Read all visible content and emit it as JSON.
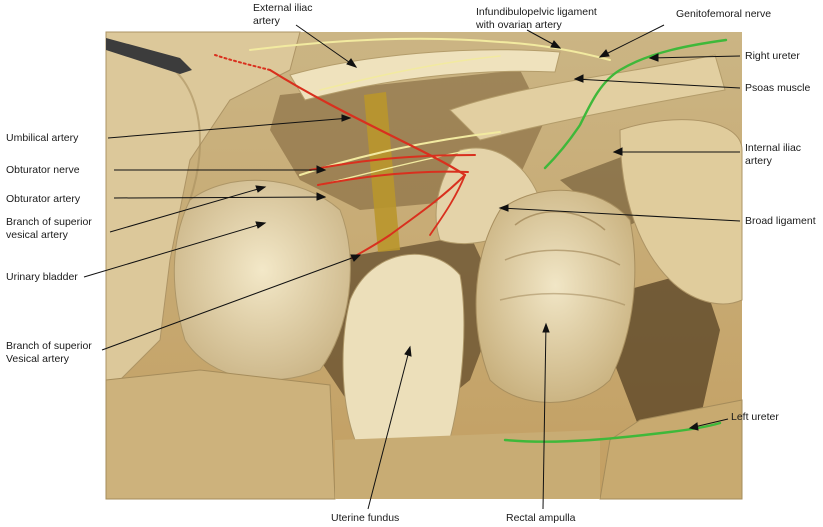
{
  "figure": {
    "labels": {
      "external_iliac_artery": "External iliac\nartery",
      "infundibulopelvic_ligament": "Infundibulopelvic ligament\nwith ovarian artery",
      "genitofemoral_nerve": "Genitofemoral nerve",
      "right_ureter": "Right ureter",
      "psoas_muscle": "Psoas muscle",
      "umbilical_artery": "Umbilical artery",
      "internal_iliac_artery": "Internal iliac\nartery",
      "obturator_nerve": "Obturator nerve",
      "obturator_artery": "Obturator artery",
      "broad_ligament": "Broad ligament",
      "branch_superior_vesical_artery_1": "Branch of superior\nvesical artery",
      "urinary_bladder": "Urinary bladder",
      "branch_superior_vesical_artery_2": "Branch of superior\nVesical artery",
      "left_ureter": "Left ureter",
      "uterine_fundus": "Uterine fundus",
      "rectal_ampulla": "Rectal ampulla"
    },
    "colors": {
      "artery": "#d9301e",
      "nerve": "#f2eaa0",
      "ureter": "#3fb83a",
      "tissue": "#d8c49a",
      "background": "#ffffff"
    }
  }
}
